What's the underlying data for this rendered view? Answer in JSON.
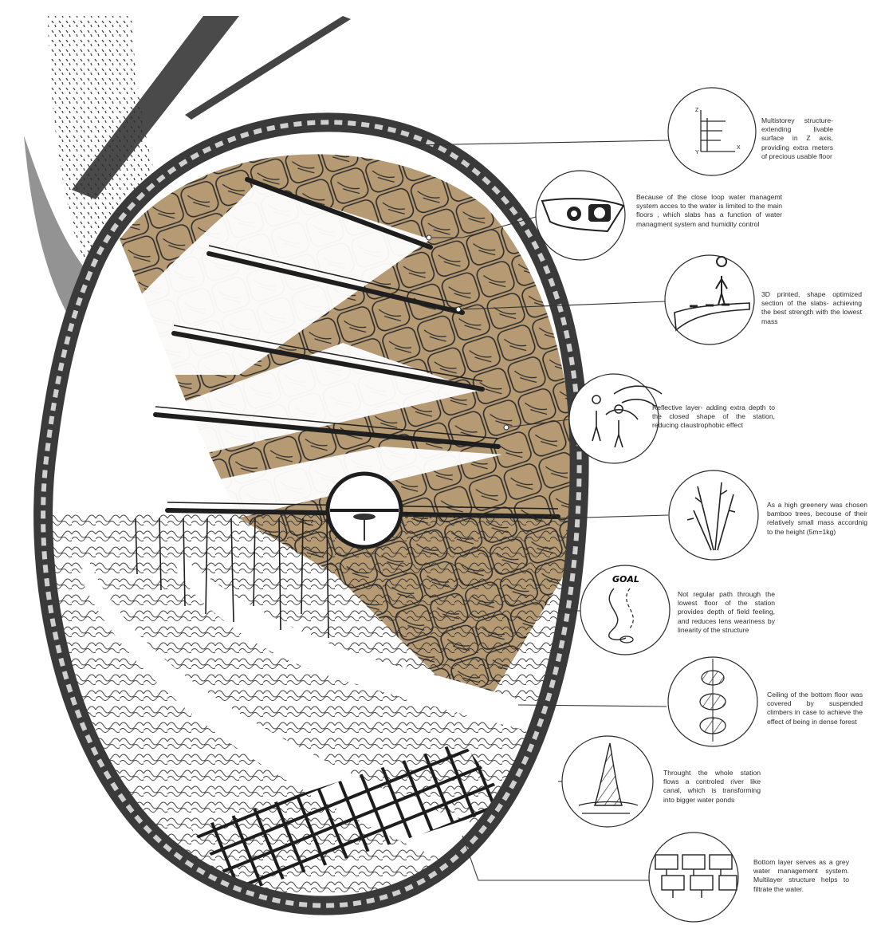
{
  "annotations": [
    {
      "id": "multistorey",
      "text": "Multistorey structure- extending livable surface in Z axis, providing extra meters of precious usable floor"
    },
    {
      "id": "water-loop",
      "text": "Because of the close loop water managemt system acces to the water is limited to the main floors , which slabs has a function of water managment system and humidity control"
    },
    {
      "id": "printed-slabs",
      "text": "3D printed, shape optimized section of the slabs- achieving the best strength with the lowest mass"
    },
    {
      "id": "reflective-layer",
      "text": "Reflective layer- adding extra depth to the closed shape of the station, reducing claustrophobic effect"
    },
    {
      "id": "bamboo",
      "text": "As a high greenery was chosen bamboo trees, becouse of their relatively small mass accordnig to the height (5m=1kg)"
    },
    {
      "id": "path",
      "text": "Not regular path through the lowest floor of the station provides depth of field feeling, and reduces lens weariness by linearity of the structure"
    },
    {
      "id": "ceiling",
      "text": "Ceiling of the bottom floor was covered by suspended climbers in case to achieve the effect of being in dense forest"
    },
    {
      "id": "river",
      "text": "Throught the whole station flows a controled river like canal, which is transforming into bigger water ponds"
    },
    {
      "id": "bottom-layer",
      "text": "Bottom layer serves as a grey water management system. Multilayer structure helps to filtrate the water."
    }
  ],
  "icon_labels": {
    "axis_z": "Z",
    "axis_y": "Y",
    "axis_x": "X",
    "goal": "GOAL"
  },
  "colors": {
    "ink": "#1e1e1e",
    "shell": "#3a3a3a",
    "earth": "#b59a74",
    "earth_light": "#cdb590",
    "paper": "#ffffff"
  }
}
